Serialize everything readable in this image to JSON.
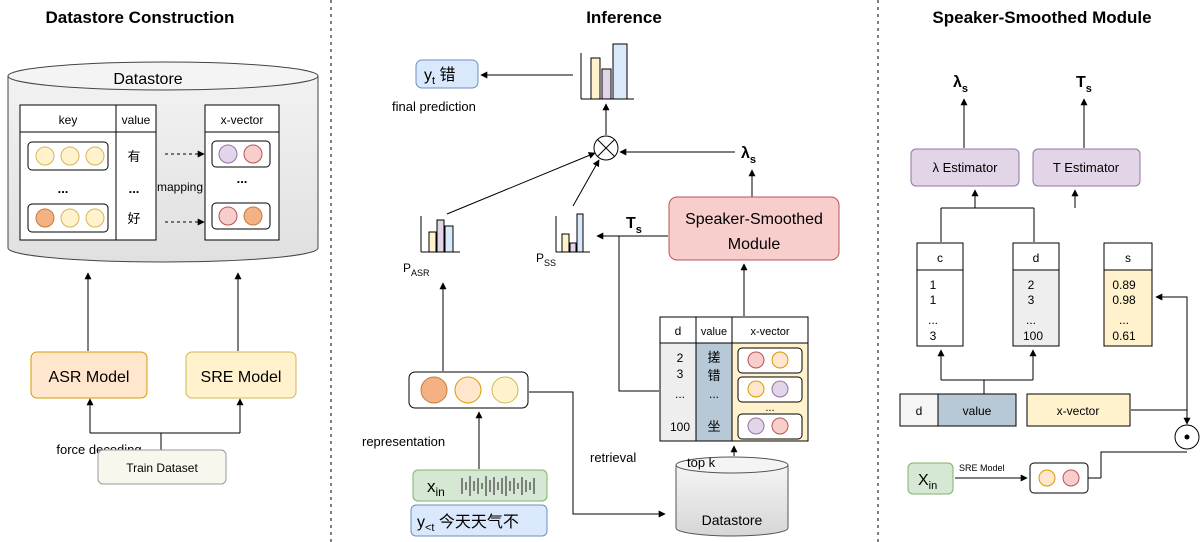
{
  "sections": {
    "left_title": "Datastore Construction",
    "mid_title": "Inference",
    "right_title": "Speaker-Smoothed Module"
  },
  "left": {
    "datastore_label": "Datastore",
    "key_header": "key",
    "value_header": "value",
    "xvector_header": "x-vector",
    "value_row1": "有",
    "value_row2": "好",
    "ellipsis": "...",
    "mapping_label": "mapping",
    "asr_model": "ASR Model",
    "sre_model": "SRE Model",
    "force_decoding": "force decoding",
    "train_dataset": "Train Dataset"
  },
  "middle": {
    "yt": "y",
    "yt_sub": "t",
    "yt_char": " 错",
    "final_prediction": "final prediction",
    "lambda": "λ",
    "lambda_sub": "s",
    "t": "T",
    "t_sub": "s",
    "p_asr": "P",
    "p_asr_sub": "ASR",
    "p_ss": "P",
    "p_ss_sub": "SS",
    "ssm_line1": "Speaker-Smoothed",
    "ssm_line2": "Module",
    "table_d": "d",
    "table_value": "value",
    "table_xvector": "x-vector",
    "d_values": [
      "2",
      "3",
      "...",
      "100"
    ],
    "value_chars": [
      "搓",
      "错",
      "...",
      "坐"
    ],
    "xvector_ellipsis": "...",
    "representation": "representation",
    "x_in": "x",
    "x_in_sub": "in",
    "y_lt": "y",
    "y_lt_sub": "<t",
    "y_lt_chars": " 今天天气不",
    "retrieval": "retrieval",
    "top_k": "top k",
    "datastore": "Datastore"
  },
  "right": {
    "lambda": "λ",
    "lambda_sub": "s",
    "t": "T",
    "t_sub": "s",
    "lambda_estimator": "λ Estimator",
    "t_estimator": "T Estimator",
    "c_header": "c",
    "c_values": [
      "1",
      "1",
      "...",
      "3"
    ],
    "d_header": "d",
    "d_values": [
      "2",
      "3",
      "...",
      "100"
    ],
    "s_header": "s",
    "s_values": [
      "0.89",
      "0.98",
      "...",
      "0.61"
    ],
    "d_label": "d",
    "value_label": "value",
    "xvector_label": "x-vector",
    "x_in": "X",
    "x_in_sub": "in",
    "sre_model_label": "SRE Model",
    "odot": "⊙"
  },
  "colors": {
    "yellow_light": "#fff2cc",
    "orange_light": "#ffe6cc",
    "orange_circle": "#f4b183",
    "pink": "#f8cecc",
    "pink_stroke": "#b85450",
    "purple_light": "#e1d5e7",
    "purple_stroke": "#9673a6",
    "blue_light": "#dae8fc",
    "blue_stroke": "#6c8ebf",
    "green_light": "#d5e8d4",
    "green_stroke": "#82b366",
    "steel": "#b7c9d6",
    "gray_light": "#f5f5f5"
  }
}
